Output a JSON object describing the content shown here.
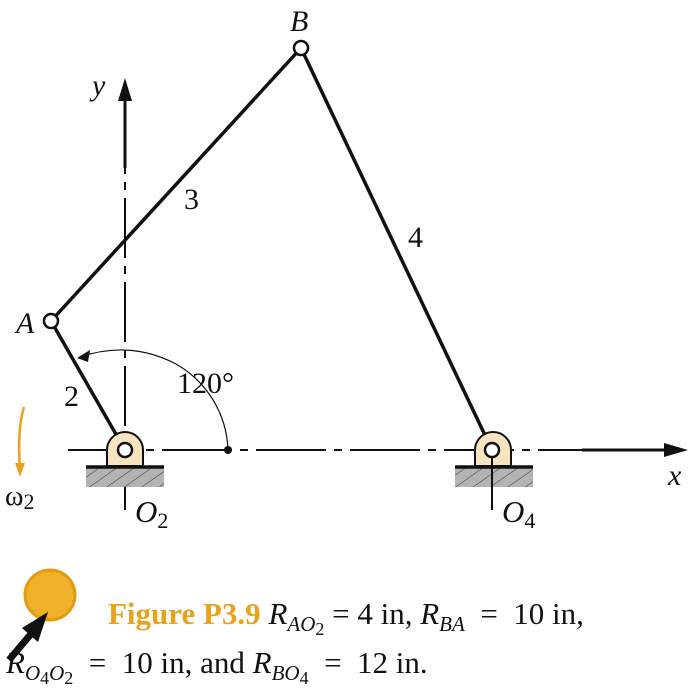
{
  "labels": {
    "B": "B",
    "A": "A",
    "y": "y",
    "x": "x",
    "link3": "3",
    "link4": "4",
    "link2": "2",
    "angle": "120°",
    "omega": "ω",
    "omega_sub": "2",
    "O2": "O",
    "O2_sub": "2",
    "O4": "O",
    "O4_sub": "4"
  },
  "caption": {
    "figure": "Figure P3.9",
    "line1": [
      {
        "r": "R",
        "sub": "AO",
        "subsub": "2",
        "rest": " = 4 in, "
      },
      {
        "r": "R",
        "sub": "BA",
        "subsub": "",
        "rest": "  =  10 in,"
      }
    ],
    "line2": [
      {
        "r": "R",
        "sub": "O",
        "subsub": "4",
        "sub2": "O",
        "subsub2": "2",
        "rest": "  =  10 in, and "
      },
      {
        "r": "R",
        "sub": "BO",
        "subsub": "4",
        "rest": "  =  12 in."
      }
    ]
  },
  "colors": {
    "accent": "#e8a21c",
    "pin_fill": "#f8e4c0",
    "ground": "#b0b0b0"
  }
}
